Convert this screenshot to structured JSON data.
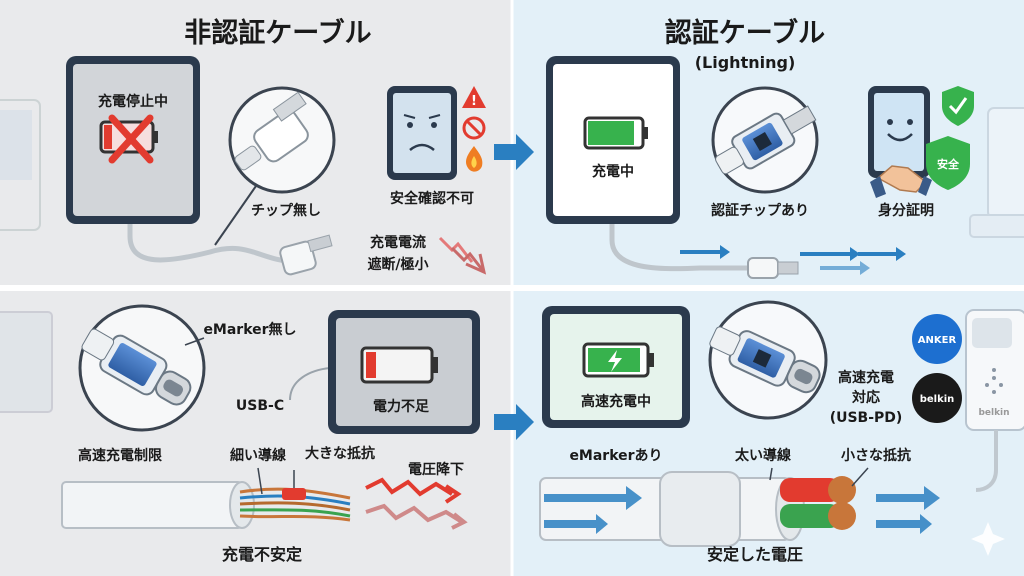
{
  "top_left": {
    "title": "非認証ケーブル",
    "tablet_status": "充電停止中",
    "chip_label": "チップ無し",
    "safety_label": "安全確認不可",
    "current_label_1": "充電電流",
    "current_label_2": "遮断/極小"
  },
  "top_right": {
    "title": "認証ケーブル",
    "subtitle": "(Lightning)",
    "tablet_status": "充電中",
    "chip_label": "認証チップあり",
    "id_label": "身分証明",
    "shield_label": "安全"
  },
  "bottom_left": {
    "emarker_label": "eMarker無し",
    "connector_label": "USB-C",
    "tablet_status": "電力不足",
    "fast_charge_limit": "高速充電制限",
    "thin_wire": "細い導線",
    "big_resistance": "大きな抵抗",
    "voltage_drop": "電圧降下",
    "footer": "充電不安定"
  },
  "bottom_right": {
    "tablet_status": "高速充電中",
    "support_1": "高速充電",
    "support_2": "対応",
    "support_3": "(USB-PD)",
    "emarker_label": "eMarkerあり",
    "thick_wire": "太い導線",
    "small_resistance": "小さな抵抗",
    "footer": "安定した電圧",
    "brand_1": "ANKER",
    "brand_2": "belkin",
    "brand_3": "belkin"
  },
  "colors": {
    "bg_left": "#e9eaec",
    "bg_right": "#e3f0f8",
    "arrow_blue": "#2a7fc1",
    "danger_red": "#e23b2f",
    "ok_green": "#37b24d"
  }
}
